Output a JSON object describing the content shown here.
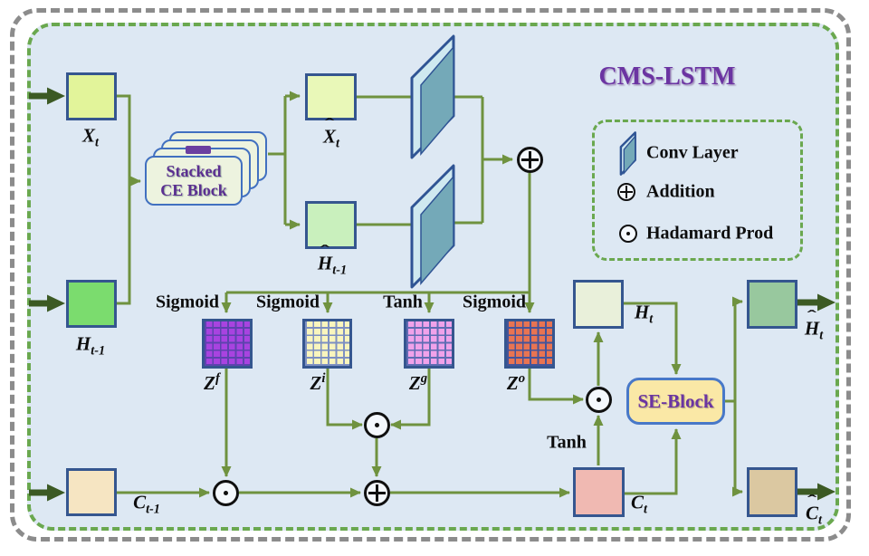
{
  "title": "CMS-LSTM",
  "legend": {
    "conv_label": "Conv Layer",
    "addition_label": "Addition",
    "hadamard_label": "Hadamard Prod"
  },
  "ce_block": {
    "line1": "Stacked",
    "line2": "CE Block"
  },
  "se_block": {
    "label": "SE-Block"
  },
  "activations": {
    "forget": "Sigmoid",
    "input": "Sigmoid",
    "gate": "Tanh",
    "output": "Sigmoid",
    "cell_out": "Tanh"
  },
  "labels": {
    "x_t": {
      "base": "X",
      "sub": "t"
    },
    "h_t1": {
      "base": "H",
      "sub": "t-1"
    },
    "c_t1": {
      "base": "C",
      "sub": "t-1"
    },
    "x_t_hat": {
      "hat": "ˆ",
      "base": "X",
      "sub": "t"
    },
    "h_t1_hat": {
      "hat": "ˆ",
      "base": "H",
      "sub": "t-1"
    },
    "z_f": {
      "base": "Z",
      "sup": "f"
    },
    "z_i": {
      "base": "Z",
      "sup": "i"
    },
    "z_g": {
      "base": "Z",
      "sup": "g"
    },
    "z_o": {
      "base": "Z",
      "sup": "o"
    },
    "h_t": {
      "base": "H",
      "sub": "t"
    },
    "c_t": {
      "base": "C",
      "sub": "t"
    },
    "h_t_out": {
      "hat": "ˆ",
      "base": "H",
      "sub": "t"
    },
    "c_t_out": {
      "hat": "ˆ",
      "base": "C",
      "sub": "t"
    }
  },
  "colors": {
    "panel_bg": "#dde8f3",
    "outer_border": "#8c8c8c",
    "inner_border": "#6aa84f",
    "wire_green": "#6f923f",
    "io_arrow_green": "#3c5a24",
    "block_border": "#35568f",
    "title_purple": "#6b34a2",
    "x_t_fill": "#e2f49a",
    "h_t1_fill": "#7bdc6e",
    "c_t1_fill": "#f6e5c2",
    "x_hat_fill": "#e9f8b8",
    "h_hat1_fill": "#c9f0bd",
    "h_t_fill": "#e9f0da",
    "c_t_fill": "#f0b9b2",
    "h_t_out_fill": "#98c89e",
    "c_t_out_fill": "#dbc8a1",
    "gate_f_fill": "#a843e0",
    "gate_i_fill": "#f9f5bd",
    "gate_g_fill": "#f0a2ea",
    "gate_o_fill": "#e87452",
    "conv_face": "#74a9b8",
    "conv_highlight": "#cfe9f0",
    "ce_fill": "#edf3df",
    "se_fill": "#fae8a6"
  }
}
